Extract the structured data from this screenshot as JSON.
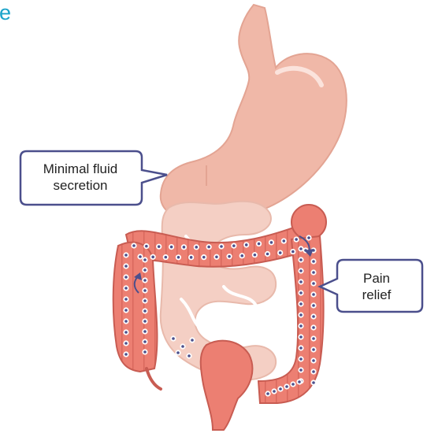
{
  "header": {
    "partial_title_letter": "e"
  },
  "callouts": {
    "left": {
      "line1": "Minimal fluid",
      "line2": "secretion"
    },
    "right": {
      "line1": "Pain",
      "line2": "relief"
    }
  },
  "colors": {
    "title_accent": "#1aa3c9",
    "callout_border": "#4b4f8c",
    "stomach": "#f0b8a8",
    "small_intestine": "#f4cfc4",
    "colon": "#ec7f72",
    "colon_dark": "#d9685d",
    "dot_fill": "#ffffff",
    "dot_center": "#4b4f8c"
  },
  "icons": {
    "arrow_left_colon": "curved-arrow-up-icon",
    "arrow_right_colon": "curved-arrow-down-icon"
  }
}
